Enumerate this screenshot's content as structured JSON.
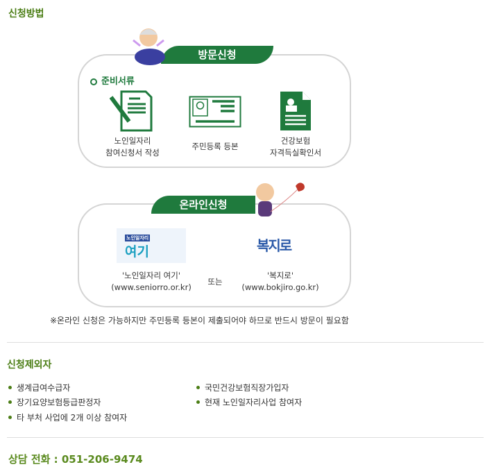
{
  "section1_title": "신청방법",
  "visit": {
    "tab": "방문신청",
    "docs_label": "준비서류",
    "docs": [
      {
        "line1": "노인일자리",
        "line2": "참여신청서 작성"
      },
      {
        "line1": "주민등록 등본",
        "line2": ""
      },
      {
        "line1": "건강보험",
        "line2": "자격득실확인서"
      }
    ]
  },
  "online": {
    "tab": "온라인신청",
    "sites": [
      {
        "logo_top": "노인일자리",
        "logo_main": "여기",
        "name": "'노인일자리 여기'",
        "url": "(www.seniorro.or.kr)"
      },
      {
        "logo_main": "복지로",
        "name": "'복지로'",
        "url": "(www.bokjiro.go.kr)"
      }
    ],
    "or": "또는",
    "note": "※온라인 신청은 가능하지만 주민등록 등본이 제출되어야 하므로 반드시 방문이 필요함"
  },
  "section2_title": "신청제외자",
  "exclusions": [
    "생계급여수급자",
    "국민건강보험직장가입자",
    "장기요양보험등급판정자",
    "현재 노인일자리사업 참여자",
    "타 부처 사업에 2개 이상 참여자"
  ],
  "contact": "상담 전화 : 051-206-9474",
  "colors": {
    "heading": "#4a7d14",
    "accent": "#1f7a3d"
  }
}
